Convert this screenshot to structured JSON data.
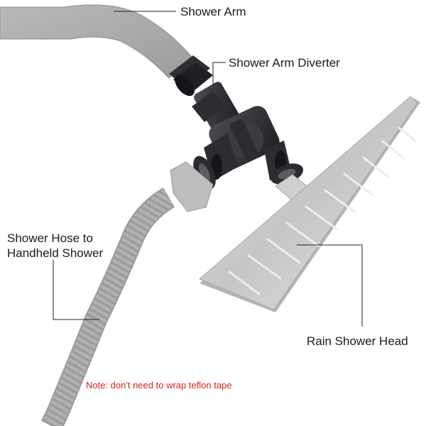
{
  "labels": {
    "shower_arm": "Shower Arm",
    "diverter": "Shower Arm Diverter",
    "hose_line1": "Shower Hose to",
    "hose_line2": "Handheld Shower",
    "rain_head": "Rain Shower Head"
  },
  "note": "Note: don't need to wrap teflon tape",
  "colors": {
    "pipe_gray": "#a9a9a9",
    "steel": "#c4c4c4",
    "diverter_black": "#2b2d31",
    "note_red": "#d6221a"
  }
}
